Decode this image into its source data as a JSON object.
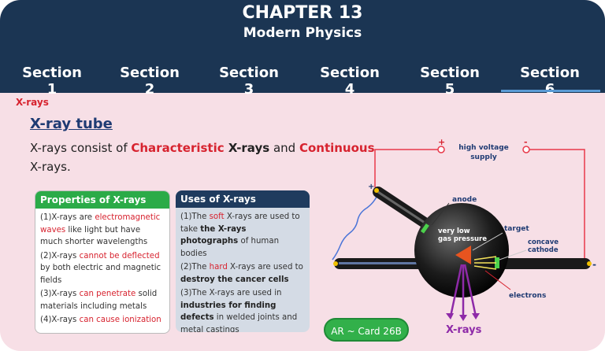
{
  "header": {
    "chapter": "CHAPTER 13",
    "subtitle": "Modern Physics"
  },
  "tabs": [
    {
      "label": "Section 1"
    },
    {
      "label": "Section 2"
    },
    {
      "label": "Section 3"
    },
    {
      "label": "Section 4"
    },
    {
      "label": "Section 5"
    },
    {
      "label": "Section 6",
      "active": true
    }
  ],
  "content": {
    "section_label": "X-rays",
    "heading": "X-ray tube",
    "intro": {
      "p1": "X-rays consist of ",
      "red1": "Characteristic",
      "bold1": " X-rays",
      "p2": " and ",
      "red2": "Continuous",
      "p3": " X-rays."
    }
  },
  "properties": {
    "title": "Properties of X-rays",
    "items": [
      {
        "a": "(1)X-rays are ",
        "r": "electromagnetic waves",
        "b": " like light but have much shorter wavelengths"
      },
      {
        "a": "(2)X-rays ",
        "r": "cannot be deflected",
        "b": " by both electric and magnetic fields"
      },
      {
        "a": "(3)X-rays ",
        "r": "can penetrate",
        "b": " solid materials including metals"
      },
      {
        "a": "(4)X-rays ",
        "r": "can cause ionization",
        "b": ""
      }
    ]
  },
  "uses": {
    "title": "Uses of X-rays",
    "items": [
      {
        "a": "(1)The ",
        "r": "soft",
        "b1": " X-rays are used to take ",
        "bold": "the X-rays photographs",
        "c": " of human bodies"
      },
      {
        "a": "(2)The ",
        "r": "hard",
        "b1": " X-rays are used to ",
        "bold": "destroy the cancer cells",
        "c": ""
      },
      {
        "a": "(3)The X-rays are used in ",
        "r": "",
        "b1": "",
        "bold": "industries for finding defects",
        "c": " in welded joints and metal castings"
      }
    ]
  },
  "diagram": {
    "high_voltage": "high voltage",
    "supply": "supply",
    "plus": "+",
    "minus": "-",
    "anode": "anode",
    "very_low": "very low",
    "gas_pressure": "gas pressure",
    "target": "target",
    "concave": "concave",
    "cathode": "cathode",
    "electrons": "electrons",
    "xrays": "X-rays"
  },
  "ar_card": {
    "label": "AR ~ Card 26B"
  },
  "colors": {
    "header": "#1b3553",
    "accent_red": "#d7232f",
    "green": "#2bab48",
    "navy": "#1f3b5e",
    "background": "#f7dfe6"
  }
}
